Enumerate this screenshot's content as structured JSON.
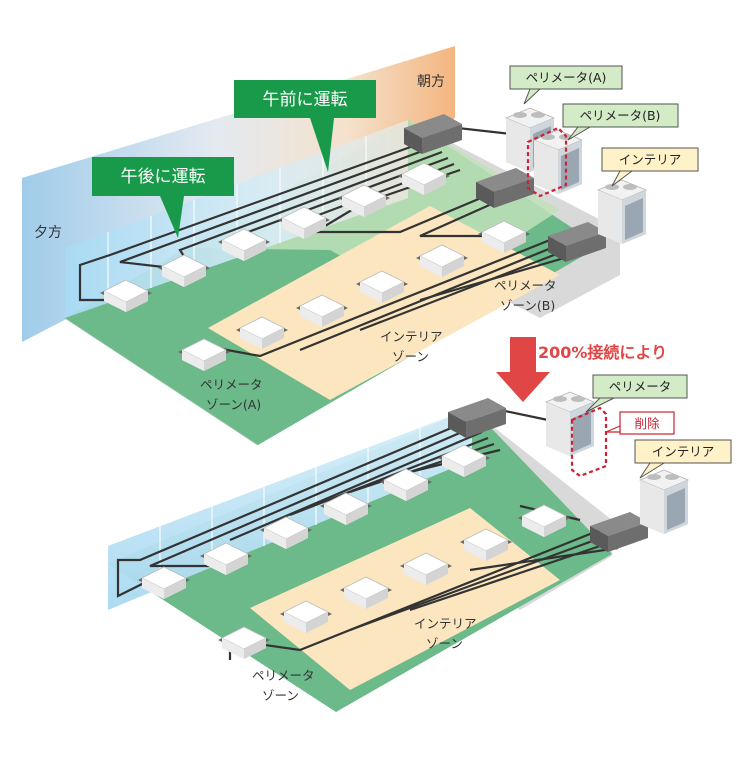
{
  "colors": {
    "perimeter_floor": "#6cb98a",
    "interior_floor": "#fbe6bf",
    "green_callout": "#189a4a",
    "tag_green": "#d3ebc7",
    "tag_yellow": "#fff2c8",
    "accent_red": "#e04646",
    "duct": "#333333",
    "glass": "#bfe4f6"
  },
  "top_diagram": {
    "sky_labels": {
      "evening": "夕方",
      "morning": "朝方"
    },
    "callouts": {
      "afternoon": "午後に運転",
      "morning": "午前に運転"
    },
    "zones": {
      "perimeter_a": [
        "ペリメータ",
        "ゾーン(A)"
      ],
      "perimeter_b": [
        "ペリメータ",
        "ゾーン(B)"
      ],
      "interior": [
        "インテリア",
        "ゾーン"
      ]
    },
    "units": {
      "perimeter_a": "ペリメータ(A)",
      "perimeter_b": "ペリメータ(B)",
      "interior": "インテリア"
    }
  },
  "transition": {
    "label": "200%接続により"
  },
  "bottom_diagram": {
    "zones": {
      "perimeter": [
        "ペリメータ",
        "ゾーン"
      ],
      "interior": [
        "インテリア",
        "ゾーン"
      ]
    },
    "units": {
      "perimeter": "ペリメータ",
      "removed": "削除",
      "interior": "インテリア"
    }
  }
}
